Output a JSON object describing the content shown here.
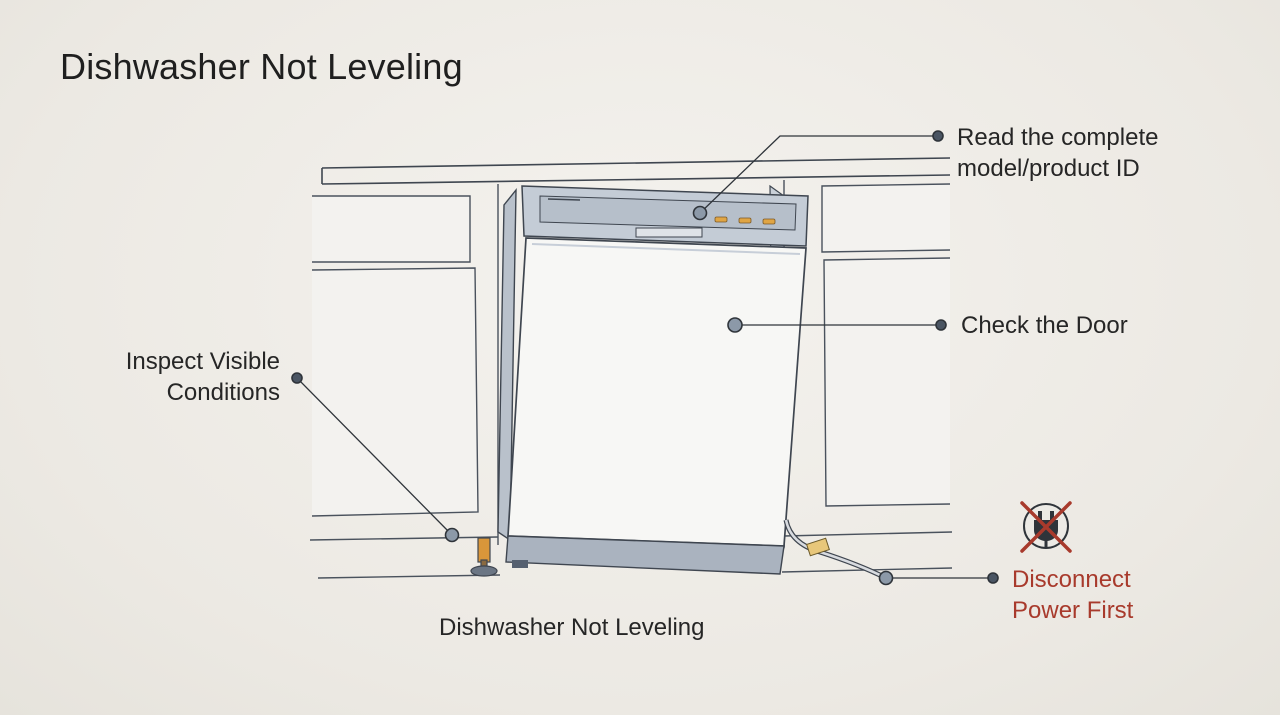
{
  "title": "Dishwasher Not Leveling",
  "caption": "Dishwasher Not Leveling",
  "callouts": {
    "model_id": {
      "lines": [
        "Read the complete",
        "model/product ID"
      ]
    },
    "door": {
      "lines": [
        "Check the Door"
      ]
    },
    "visible_conditions": {
      "lines": [
        "Inspect Visible",
        "Conditions"
      ]
    },
    "power": {
      "lines": [
        "Disconnect",
        "Power First"
      ]
    }
  },
  "icons": {
    "power_warning": "no-plug-icon"
  },
  "colors": {
    "background": "#efede8",
    "line_art": "#3f4650",
    "appliance_fill": "#f6f6f4",
    "appliance_panel": "#c7ced8",
    "leveling_foot_accent": "#d9963a",
    "warning": "#a83a2c",
    "marker": "#8c99a8"
  }
}
